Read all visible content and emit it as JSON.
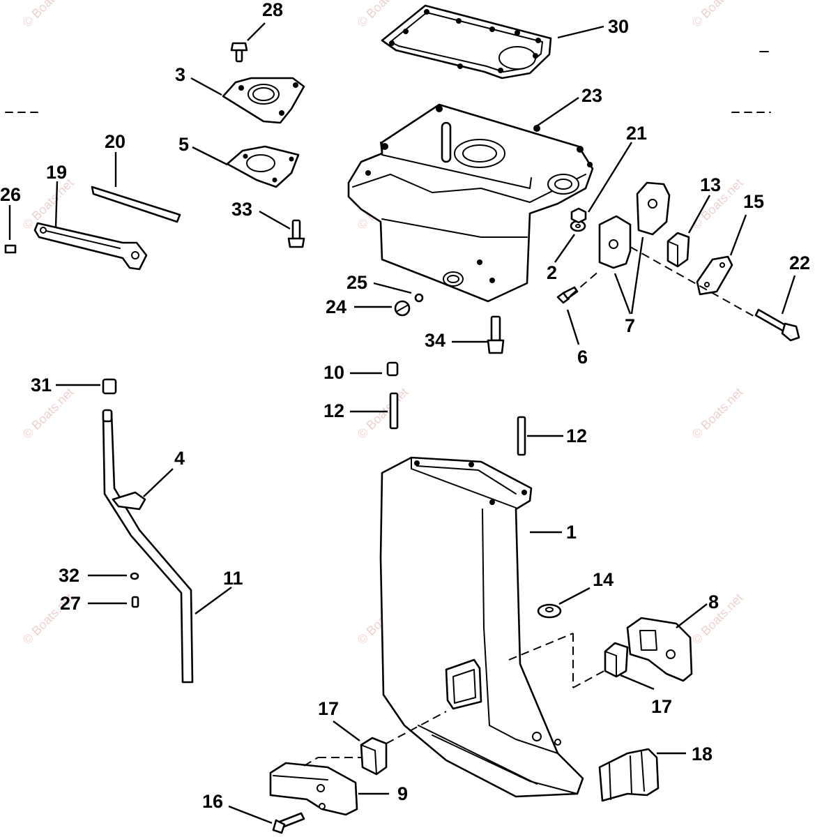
{
  "watermark": "© Boats.net",
  "callouts": {
    "c1": "1",
    "c2": "2",
    "c3": "3",
    "c4": "4",
    "c5": "5",
    "c6": "6",
    "c7": "7",
    "c8": "8",
    "c9": "9",
    "c10": "10",
    "c11": "11",
    "c12a": "12",
    "c12b": "12",
    "c13": "13",
    "c14": "14",
    "c15": "15",
    "c16": "16",
    "c17a": "17",
    "c17b": "17",
    "c18": "18",
    "c19": "19",
    "c20": "20",
    "c21": "21",
    "c22": "22",
    "c23": "23",
    "c24": "24",
    "c25": "25",
    "c26": "26",
    "c27": "27",
    "c28": "28",
    "c30": "30",
    "c31": "31",
    "c32": "32",
    "c33": "33",
    "c34": "34"
  }
}
